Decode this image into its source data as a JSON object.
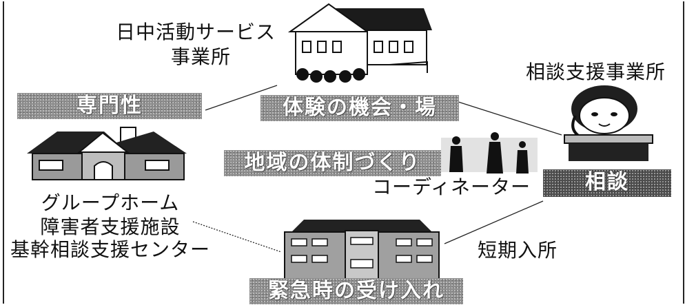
{
  "labels": {
    "day_activity_line1": "日中活動サービス",
    "day_activity_line2": "事業所",
    "consultation_office": "相談支援事業所",
    "group_home": "グループホーム",
    "disability_facility": "障害者支援施設",
    "core_consultation_center": "基幹相談支援センター",
    "coordinator": "コーディネーター",
    "short_stay": "短期入所"
  },
  "boxes": {
    "expertise": "専門性",
    "experience": "体験の機会・場",
    "community": "地域の体制づくり",
    "consultation": "相談",
    "emergency": "緊急時の受け入れ"
  }
}
